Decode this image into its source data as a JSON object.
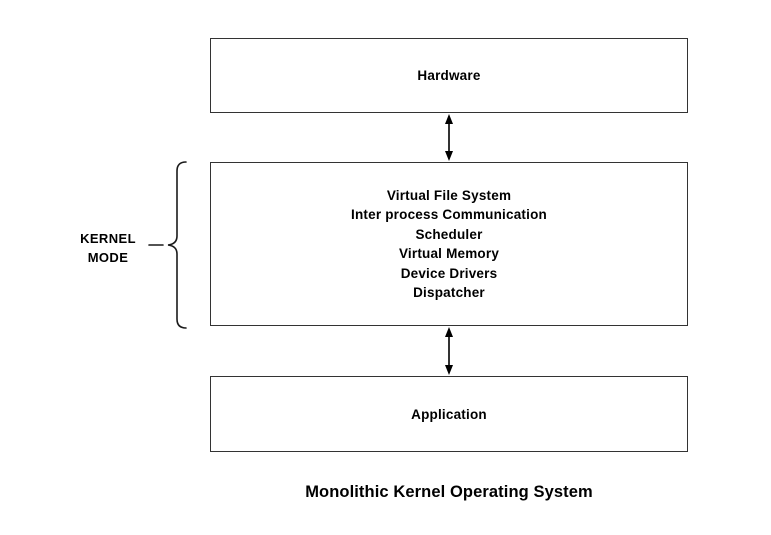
{
  "diagram": {
    "hardware_box": {
      "label": "Hardware"
    },
    "kernel_box": {
      "components": [
        "Virtual File System",
        "Inter process Communication",
        "Scheduler",
        "Virtual Memory",
        "Device Drivers",
        "Dispatcher"
      ]
    },
    "application_box": {
      "label": "Application"
    },
    "kernel_mode": {
      "lines": [
        "KERNEL",
        "MODE"
      ]
    },
    "connectors": {
      "hardware_kernel": "bidirectional-arrow",
      "kernel_application": "bidirectional-arrow",
      "kernel_mode_bracket": "left-curly-brace"
    },
    "caption": "Monolithic Kernel Operating System",
    "colors": {
      "border": "#333333",
      "text": "#000000",
      "background": "#ffffff"
    }
  }
}
